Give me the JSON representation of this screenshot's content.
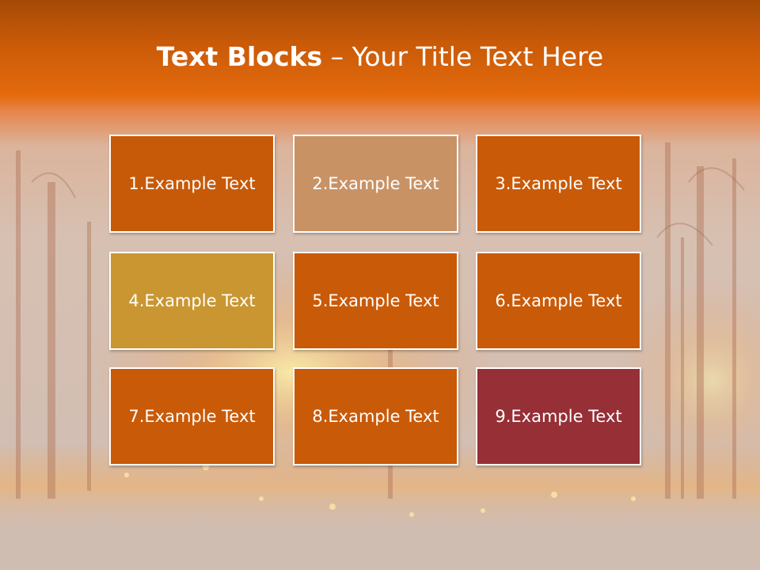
{
  "slide": {
    "title_bold": "Text Blocks",
    "title_dash": "–",
    "title_rest": "Your Title Text Here"
  },
  "colors": {
    "header_dark": "#a44a06",
    "header_orange": "#e46a0c",
    "background_haze": "#d7c0b2"
  },
  "blocks": [
    {
      "label": "1.Example Text",
      "color": "#c75a08"
    },
    {
      "label": "2.Example Text",
      "color": "#c99265"
    },
    {
      "label": "3.Example Text",
      "color": "#c95a08"
    },
    {
      "label": "4.Example Text",
      "color": "#c99631"
    },
    {
      "label": "5.Example Text",
      "color": "#c95a08"
    },
    {
      "label": "6.Example Text",
      "color": "#c95a08"
    },
    {
      "label": "7.Example Text",
      "color": "#c95a08"
    },
    {
      "label": "8.Example Text",
      "color": "#c95a08"
    },
    {
      "label": "9.Example Text",
      "color": "#962f36"
    }
  ]
}
